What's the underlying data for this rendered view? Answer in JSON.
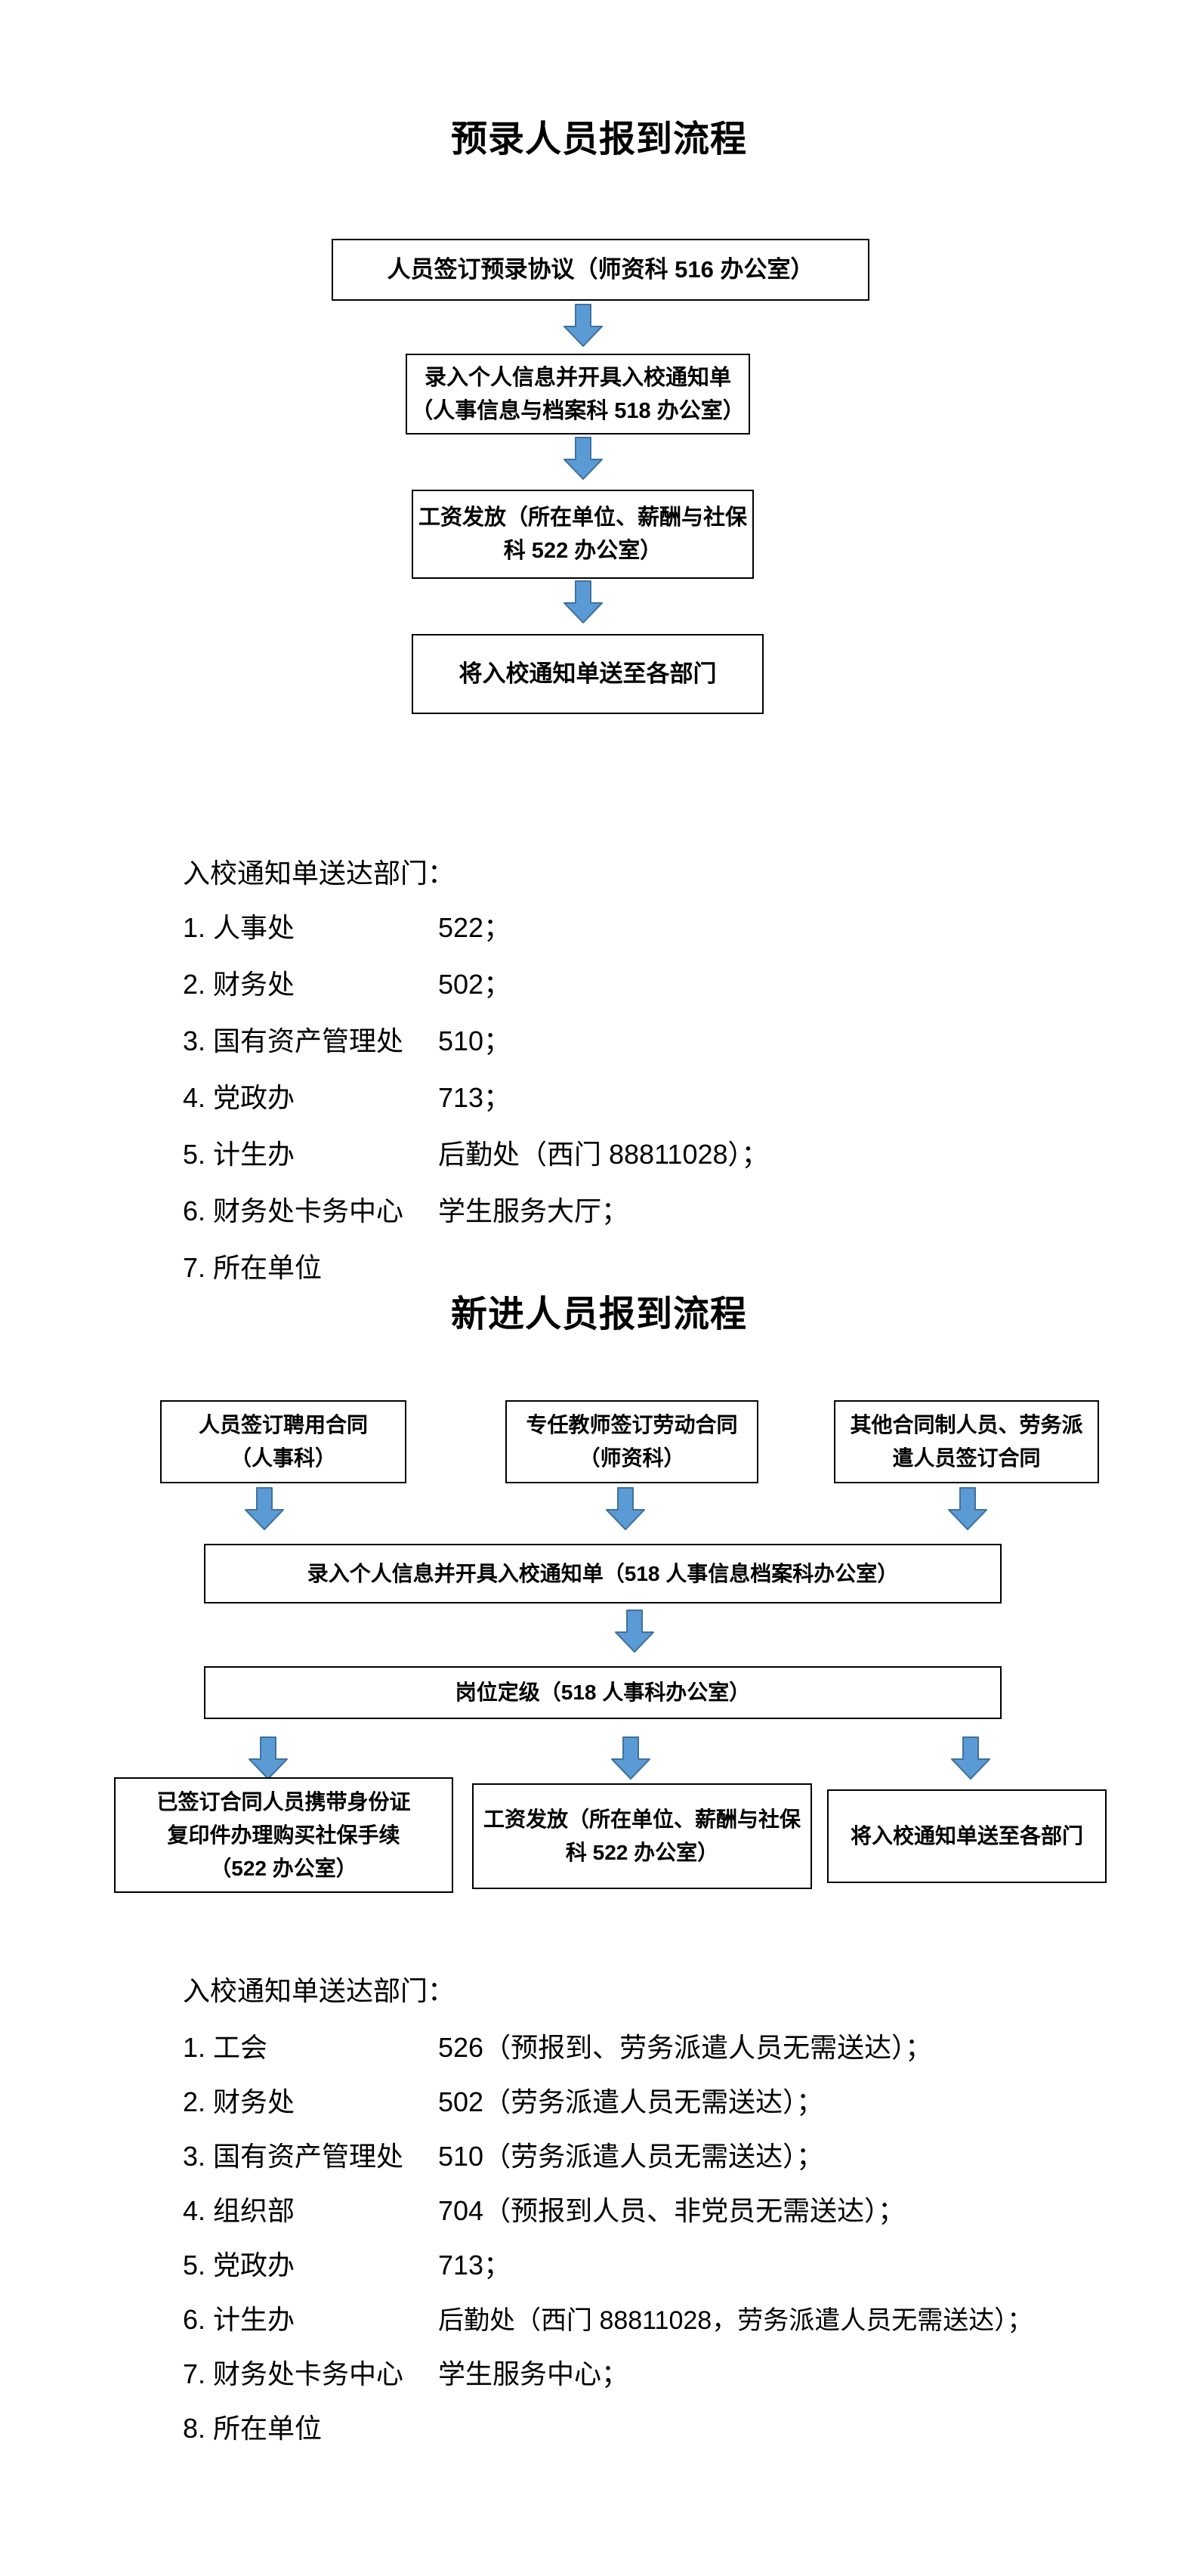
{
  "colors": {
    "arrow_fill": "#5B9BD5",
    "arrow_stroke": "#41719C",
    "box_border": "#000000"
  },
  "flow1": {
    "title": "预录人员报到流程",
    "boxes": [
      {
        "lines": [
          "人员签订预录协议（师资科 516 办公室）"
        ]
      },
      {
        "lines": [
          "录入个人信息并开具入校通知单",
          "（人事信息与档案科 518 办公室）"
        ]
      },
      {
        "lines": [
          "工资发放（所在单位、薪酬与社保",
          "科 522 办公室）"
        ]
      },
      {
        "lines": [
          "将入校通知单送至各部门"
        ]
      }
    ],
    "list": {
      "header": "入校通知单送达部门：",
      "items": [
        {
          "label": "1. 人事处",
          "value": "522；"
        },
        {
          "label": "2. 财务处",
          "value": "502；"
        },
        {
          "label": "3. 国有资产管理处",
          "value": "510；"
        },
        {
          "label": "4. 党政办",
          "value": "713；"
        },
        {
          "label": "5. 计生办",
          "value": "后勤处（西门  88811028）；"
        },
        {
          "label": "6. 财务处卡务中心",
          "value": "学生服务大厅；"
        },
        {
          "label": "7. 所在单位",
          "value": ""
        }
      ]
    }
  },
  "flow2": {
    "title": "新进人员报到流程",
    "top_boxes": [
      {
        "lines": [
          "人员签订聘用合同",
          "（人事科）"
        ]
      },
      {
        "lines": [
          "专任教师签订劳动合同",
          "（师资科）"
        ]
      },
      {
        "lines": [
          "其他合同制人员、劳务派",
          "遣人员签订合同"
        ]
      }
    ],
    "wide1": {
      "lines": [
        "录入个人信息并开具入校通知单（518 人事信息档案科办公室）"
      ]
    },
    "wide2": {
      "lines": [
        "岗位定级（518 人事科办公室）"
      ]
    },
    "bottom_boxes": [
      {
        "lines": [
          "已签订合同人员携带身份证",
          "复印件办理购买社保手续",
          "（522 办公室）"
        ]
      },
      {
        "lines": [
          "工资发放（所在单位、薪酬与社保",
          "科 522 办公室）"
        ]
      },
      {
        "lines": [
          "将入校通知单送至各部门"
        ]
      }
    ],
    "list": {
      "header": "入校通知单送达部门：",
      "items": [
        {
          "label": "1. 工会",
          "value": "526（预报到、劳务派遣人员无需送达）；"
        },
        {
          "label": "2. 财务处",
          "value": "502（劳务派遣人员无需送达）；"
        },
        {
          "label": "3. 国有资产管理处",
          "value": "510（劳务派遣人员无需送达）；"
        },
        {
          "label": "4. 组织部",
          "value": "704（预报到人员、非党员无需送达）；"
        },
        {
          "label": "5. 党政办",
          "value": "713；"
        },
        {
          "label": "6. 计生办",
          "value": "后勤处（西门 88811028，劳务派遣人员无需送达）；"
        },
        {
          "label": "7. 财务处卡务中心",
          "value": "学生服务中心；"
        },
        {
          "label": "8. 所在单位",
          "value": ""
        }
      ]
    }
  }
}
